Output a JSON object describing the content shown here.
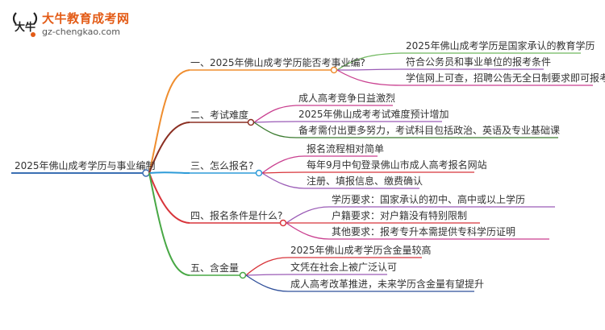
{
  "logo": {
    "title": "大牛教育成考网",
    "url": "gz-chengkao.com",
    "mark_text": "大牛"
  },
  "colors": {
    "root": "#3b6fb3",
    "branch1": "#ef8d2e",
    "branch2": "#8b2f22",
    "branch3": "#2d9bd8",
    "branch4": "#d8353b",
    "branch5": "#48a845",
    "leaf_under_orange": "#6fb85e",
    "leaf_under_green": "#9a5bb6",
    "leaf_under_purple": "#c93f8f",
    "leaf_under_blue": "#3a7a2e",
    "leaf_under_navy": "#2f4f9a"
  },
  "mindmap": {
    "root": "2025年佛山成考学历与事业编制",
    "branches": [
      {
        "label": "一、2025年佛山成考学历能否考事业编?",
        "children": [
          "2025年佛山成考学历是国家承认的教育学历",
          "符合公务员和事业单位的报考条件",
          "学信网上可查，招聘公告无全日制要求即可报考"
        ]
      },
      {
        "label": "二、考试难度",
        "children": [
          "成人高考竞争日益激烈",
          "2025年佛山成考考试难度预计增加",
          "备考需付出更多努力，考试科目包括政治、英语及专业基础课"
        ]
      },
      {
        "label": "三、怎么报名?",
        "children": [
          "报名流程相对简单",
          "每年9月中旬登录佛山市成人高考报名网站",
          "注册、填报信息、缴费确认"
        ]
      },
      {
        "label": "四、报名条件是什么?",
        "children": [
          "学历要求：国家承认的初中、高中或以上学历",
          "户籍要求：对户籍没有特别限制",
          "其他要求：报考专升本需提供专科学历证明"
        ]
      },
      {
        "label": "五、含金量",
        "children": [
          "2025年佛山成考学历含金量较高",
          "文凭在社会上被广泛认可",
          "成人高考改革推进，未来学历含金量有望提升"
        ]
      }
    ]
  }
}
